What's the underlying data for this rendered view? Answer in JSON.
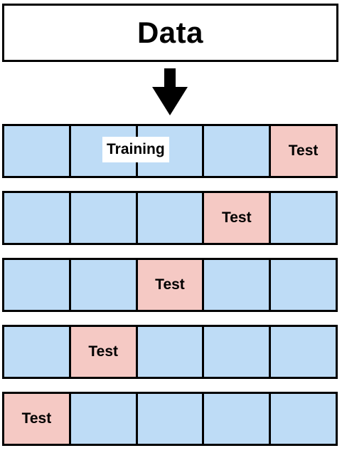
{
  "diagram": {
    "title": "Data",
    "training_label": "Training",
    "colors": {
      "train": "#bedcf6",
      "test": "#f5c9c4",
      "border": "#000000"
    },
    "folds": [
      {
        "cells": [
          {
            "role": "train",
            "label": ""
          },
          {
            "role": "train",
            "label": ""
          },
          {
            "role": "train",
            "label": ""
          },
          {
            "role": "train",
            "label": ""
          },
          {
            "role": "test",
            "label": "Test"
          }
        ]
      },
      {
        "cells": [
          {
            "role": "train",
            "label": ""
          },
          {
            "role": "train",
            "label": ""
          },
          {
            "role": "train",
            "label": ""
          },
          {
            "role": "test",
            "label": "Test"
          },
          {
            "role": "train",
            "label": ""
          }
        ]
      },
      {
        "cells": [
          {
            "role": "train",
            "label": ""
          },
          {
            "role": "train",
            "label": ""
          },
          {
            "role": "test",
            "label": "Test"
          },
          {
            "role": "train",
            "label": ""
          },
          {
            "role": "train",
            "label": ""
          }
        ]
      },
      {
        "cells": [
          {
            "role": "train",
            "label": ""
          },
          {
            "role": "test",
            "label": "Test"
          },
          {
            "role": "train",
            "label": ""
          },
          {
            "role": "train",
            "label": ""
          },
          {
            "role": "train",
            "label": ""
          }
        ]
      },
      {
        "cells": [
          {
            "role": "test",
            "label": "Test"
          },
          {
            "role": "train",
            "label": ""
          },
          {
            "role": "train",
            "label": ""
          },
          {
            "role": "train",
            "label": ""
          },
          {
            "role": "train",
            "label": ""
          }
        ]
      }
    ]
  }
}
